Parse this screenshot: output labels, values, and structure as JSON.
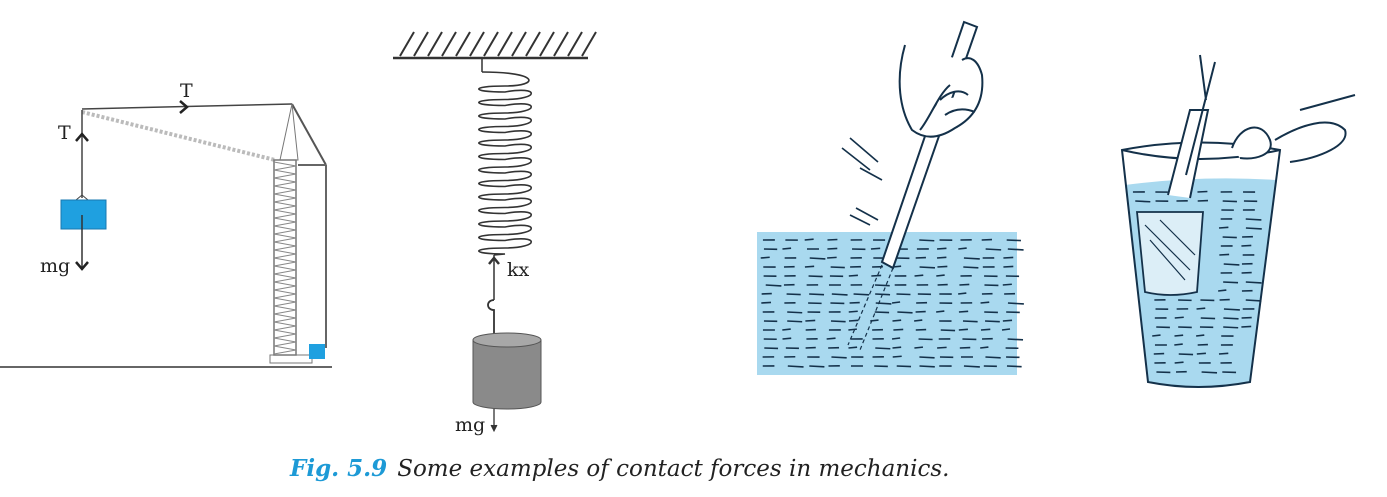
{
  "figure": {
    "caption_number": "Fig. 5.9",
    "caption_text": "Some examples of contact forces in mechanics.",
    "crane": {
      "tension_label_top": "T",
      "tension_label_side": "T",
      "weight_label": "mg"
    },
    "spring": {
      "spring_force_label": "kx",
      "weight_label": "mg"
    },
    "colors": {
      "block": "#1fa0e0",
      "water": "#a9d9ef",
      "caption_accent": "#1d9ad6",
      "mass": "#8a8a8a"
    }
  }
}
